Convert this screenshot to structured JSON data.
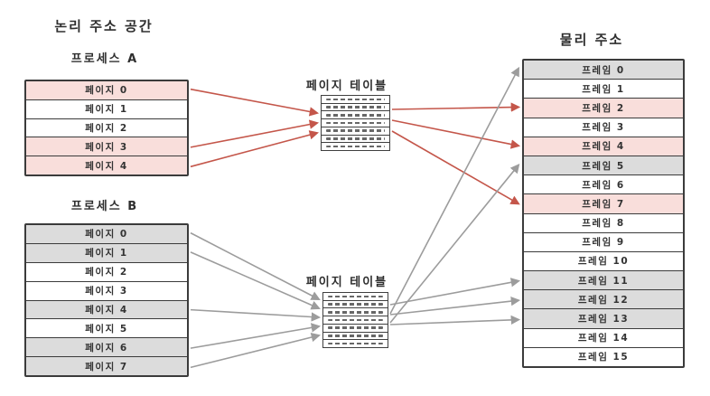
{
  "titles": {
    "logical_space": "논리 주소 공간",
    "physical_address": "물리 주소",
    "process_a": "프로세스 A",
    "process_b": "프로세스 B",
    "page_table_top": "페이지 테이블",
    "page_table_bottom": "페이지 테이블"
  },
  "process_a": {
    "rows": [
      {
        "label": "페이지 0",
        "fill": "pink"
      },
      {
        "label": "페이지 1",
        "fill": "white"
      },
      {
        "label": "페이지 2",
        "fill": "white"
      },
      {
        "label": "페이지 3",
        "fill": "pink"
      },
      {
        "label": "페이지 4",
        "fill": "pink"
      }
    ]
  },
  "process_b": {
    "rows": [
      {
        "label": "페이지 0",
        "fill": "gray"
      },
      {
        "label": "페이지 1",
        "fill": "gray"
      },
      {
        "label": "페이지 2",
        "fill": "white"
      },
      {
        "label": "페이지 3",
        "fill": "white"
      },
      {
        "label": "페이지 4",
        "fill": "gray"
      },
      {
        "label": "페이지 5",
        "fill": "white"
      },
      {
        "label": "페이지 6",
        "fill": "gray"
      },
      {
        "label": "페이지 7",
        "fill": "gray"
      }
    ]
  },
  "physical_memory": {
    "rows": [
      {
        "label": "프레임 0",
        "fill": "gray"
      },
      {
        "label": "프레임 1",
        "fill": "white"
      },
      {
        "label": "프레임 2",
        "fill": "pink"
      },
      {
        "label": "프레임 3",
        "fill": "white"
      },
      {
        "label": "프레임 4",
        "fill": "pink"
      },
      {
        "label": "프레임 5",
        "fill": "gray"
      },
      {
        "label": "프레임 6",
        "fill": "white"
      },
      {
        "label": "프레임 7",
        "fill": "pink"
      },
      {
        "label": "프레임 8",
        "fill": "white"
      },
      {
        "label": "프레임 9",
        "fill": "white"
      },
      {
        "label": "프레임 10",
        "fill": "white"
      },
      {
        "label": "프레임 11",
        "fill": "gray"
      },
      {
        "label": "프레임 12",
        "fill": "gray"
      },
      {
        "label": "프레임 13",
        "fill": "gray"
      },
      {
        "label": "프레임 14",
        "fill": "white"
      },
      {
        "label": "프레임 15",
        "fill": "white"
      }
    ]
  },
  "page_tables": {
    "row_count": 7
  },
  "arrows": {
    "red": {
      "from_pages": [
        0,
        3,
        4
      ],
      "to_frames": [
        2,
        4,
        7
      ]
    },
    "gray": {
      "from_pages": [
        0,
        1,
        4,
        6,
        7
      ],
      "to_frames": [
        0,
        5,
        11,
        12,
        13
      ]
    }
  },
  "colors": {
    "pink": "#f9dedb",
    "gray": "#dcdcdc",
    "white": "#ffffff",
    "red_arrow": "#c4564a",
    "gray_arrow": "#9c9c9c",
    "border": "#3b3b3b"
  }
}
